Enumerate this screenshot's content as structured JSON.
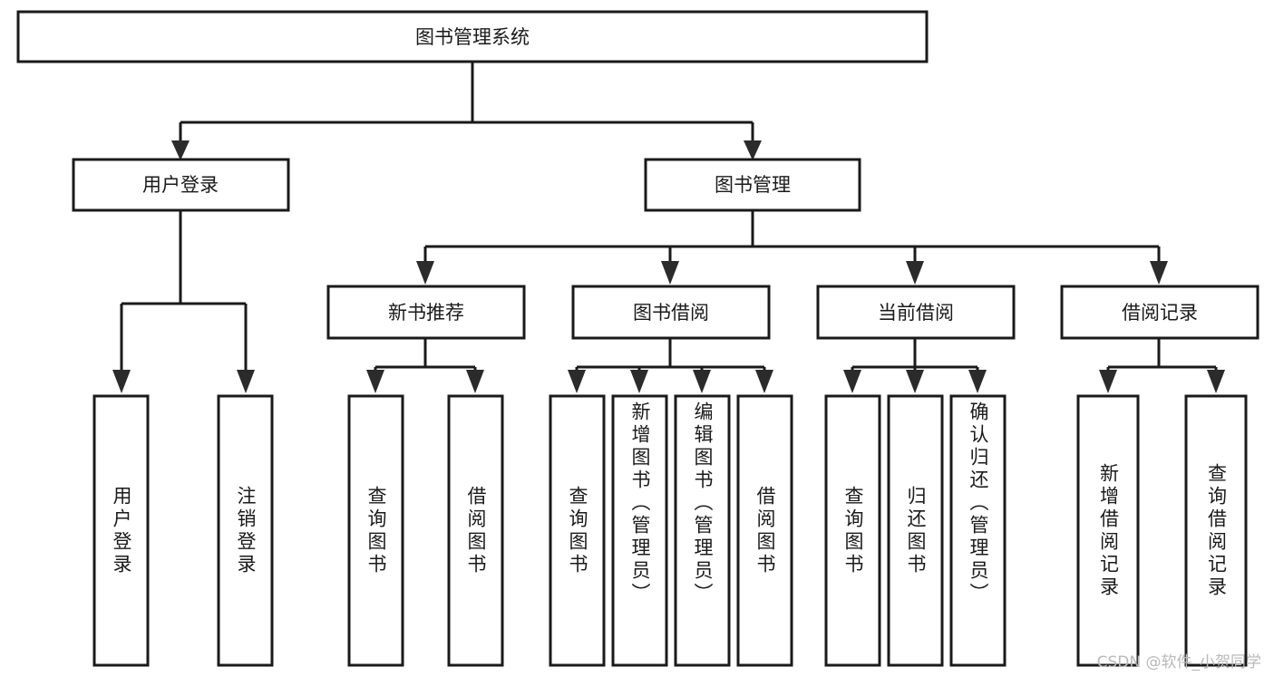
{
  "diagram": {
    "title": "图书管理系统",
    "type": "tree-hierarchy",
    "watermark": "CSDN @软件_小贺同学",
    "colors": {
      "background": "#ffffff",
      "box_stroke": "#1a1a1a",
      "box_fill": "#ffffff",
      "connector": "#1a1a1a",
      "text": "#1a1a1a",
      "watermark": "#b9b9b9"
    },
    "root": {
      "id": "root",
      "label": "图书管理系统",
      "orientation": "horizontal"
    },
    "level2": [
      {
        "id": "user-login",
        "label": "用户登录",
        "orientation": "horizontal"
      },
      {
        "id": "book-manage",
        "label": "图书管理",
        "orientation": "horizontal"
      }
    ],
    "level3": [
      {
        "id": "new-book-recommend",
        "label": "新书推荐",
        "orientation": "horizontal"
      },
      {
        "id": "book-borrow",
        "label": "图书借阅",
        "orientation": "horizontal"
      },
      {
        "id": "current-borrow",
        "label": "当前借阅",
        "orientation": "horizontal"
      },
      {
        "id": "borrow-record",
        "label": "借阅记录",
        "orientation": "horizontal"
      }
    ],
    "leaves": {
      "user-login": [
        {
          "id": "leaf-user-login",
          "label": "用户登录",
          "orientation": "vertical"
        },
        {
          "id": "leaf-user-logout",
          "label": "注销登录",
          "orientation": "vertical"
        }
      ],
      "new-book-recommend": [
        {
          "id": "leaf-query-book-1",
          "label": "查询图书",
          "orientation": "vertical"
        },
        {
          "id": "leaf-borrow-book-1",
          "label": "借阅图书",
          "orientation": "vertical"
        }
      ],
      "book-borrow": [
        {
          "id": "leaf-query-book-2",
          "label": "查询图书",
          "orientation": "vertical"
        },
        {
          "id": "leaf-add-book",
          "label": "新增图书（管理员）",
          "orientation": "vertical"
        },
        {
          "id": "leaf-edit-book",
          "label": "编辑图书（管理员）",
          "orientation": "vertical"
        },
        {
          "id": "leaf-borrow-book-2",
          "label": "借阅图书",
          "orientation": "vertical"
        }
      ],
      "current-borrow": [
        {
          "id": "leaf-query-book-3",
          "label": "查询图书",
          "orientation": "vertical"
        },
        {
          "id": "leaf-return-book",
          "label": "归还图书",
          "orientation": "vertical"
        },
        {
          "id": "leaf-confirm-return",
          "label": "确认归还（管理员）",
          "orientation": "vertical"
        }
      ],
      "borrow-record": [
        {
          "id": "leaf-add-record",
          "label": "新增借阅记录",
          "orientation": "vertical"
        },
        {
          "id": "leaf-query-record",
          "label": "查询借阅记录",
          "orientation": "vertical"
        }
      ]
    }
  }
}
